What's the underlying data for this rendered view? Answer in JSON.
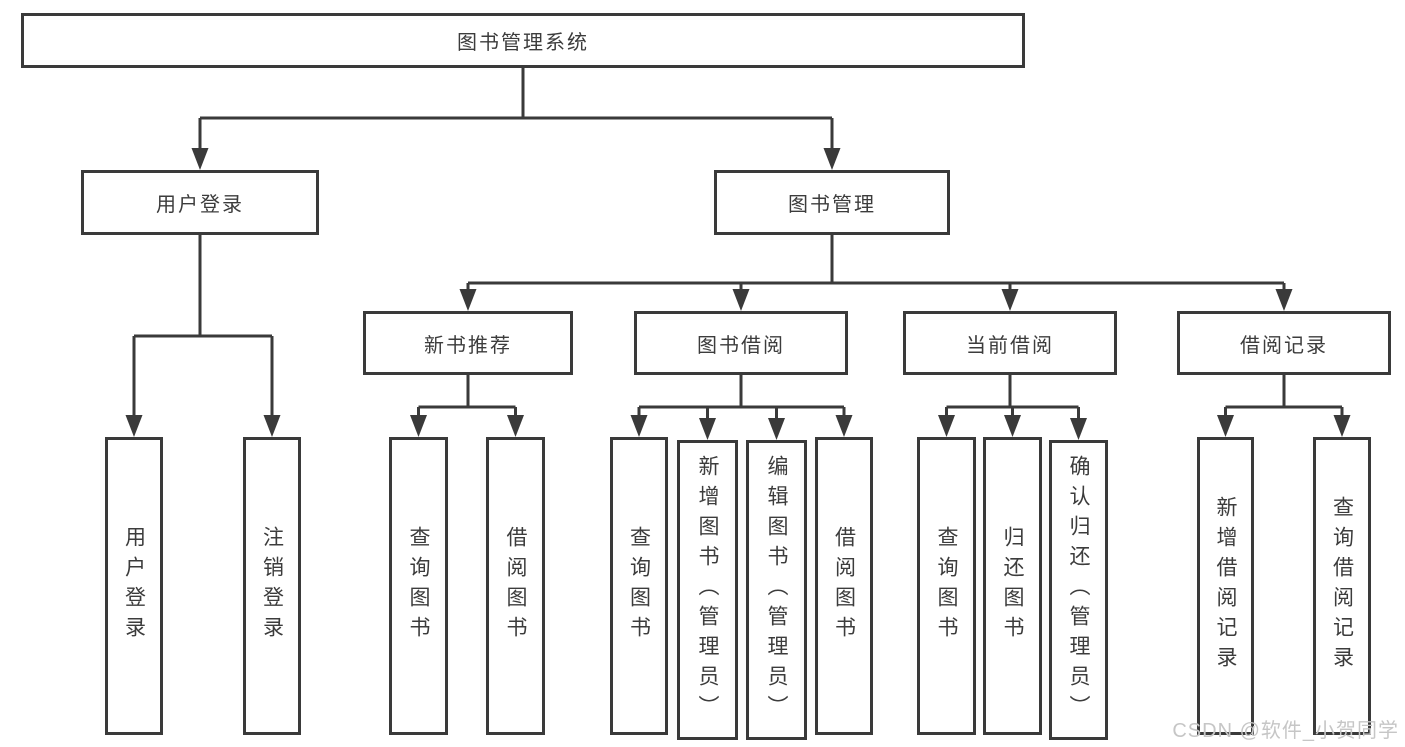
{
  "tree": {
    "root": {
      "label": "图书管理系统"
    },
    "branches": [
      {
        "label": "用户登录",
        "leaves": [
          {
            "label": "用户登录"
          },
          {
            "label": "注销登录"
          }
        ]
      },
      {
        "label": "图书管理",
        "groups": [
          {
            "label": "新书推荐",
            "leaves": [
              {
                "label": "查询图书"
              },
              {
                "label": "借阅图书"
              }
            ]
          },
          {
            "label": "图书借阅",
            "leaves": [
              {
                "label": "查询图书"
              },
              {
                "label": "新增图书（管理员）"
              },
              {
                "label": "编辑图书（管理员）"
              },
              {
                "label": "借阅图书"
              }
            ]
          },
          {
            "label": "当前借阅",
            "leaves": [
              {
                "label": "查询图书"
              },
              {
                "label": "归还图书"
              },
              {
                "label": "确认归还（管理员）"
              }
            ]
          },
          {
            "label": "借阅记录",
            "leaves": [
              {
                "label": "新增借阅记录"
              },
              {
                "label": "查询借阅记录"
              }
            ]
          }
        ]
      }
    ]
  },
  "watermark": {
    "text": "CSDN @软件_小贺同学",
    "color": "#c6c6c6"
  },
  "colors": {
    "line": "#3a3a3a",
    "text": "#3c3c3c",
    "background": "#ffffff"
  }
}
